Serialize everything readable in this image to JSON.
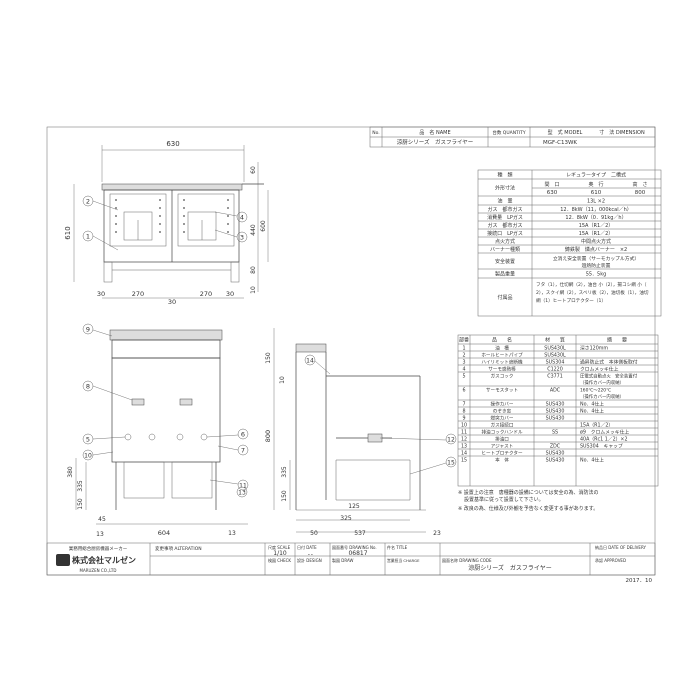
{
  "top_dims": {
    "overall": "630",
    "h1": "60",
    "h2": "440",
    "h3": "600",
    "h4": "610",
    "h5": "80",
    "h6": "10",
    "b30a": "30",
    "b270a": "270",
    "b30m": "30",
    "b270b": "270",
    "b30b": "30"
  },
  "front_labels": [
    "1",
    "2",
    "3",
    "4"
  ],
  "side_labels": [
    "9",
    "8",
    "5",
    "6",
    "7",
    "10",
    "11",
    "14",
    "12",
    "15",
    "13"
  ],
  "front_dims": {
    "h380": "380",
    "h335": "335",
    "h150": "150",
    "d45": "45",
    "d13a": "13",
    "d604": "604",
    "d13b": "13"
  },
  "side_dims": {
    "h150": "150",
    "h10": "10",
    "h800": "800",
    "h335": "335",
    "h150b": "150",
    "w125": "125",
    "w325": "325",
    "w50": "50",
    "w537": "537",
    "w23": "23"
  },
  "header": {
    "no": "No.",
    "name_h": "品　名 NAME",
    "qty_h": "台数 QUANTITY",
    "model_h": "型　式 MODEL",
    "dim_h": "寸　法 DIMENSION",
    "name": "涼厨シリーズ　ガスフライヤー",
    "model": "MGF-C13WK"
  },
  "spec": {
    "rows": [
      {
        "k": "種　類",
        "v": "レギュラータイプ　二槽式"
      },
      {
        "k": "外形寸法",
        "cols": [
          "間　口",
          "奥　行",
          "高　さ"
        ],
        "vals": [
          "630",
          "610",
          "800"
        ]
      },
      {
        "k": "油　量",
        "v": "13L ×2"
      },
      {
        "k": "ガス　都市ガス",
        "v": "12．8kW（11，000kcal／h）"
      },
      {
        "k": "消費量　LPガス",
        "v": "12．8kW（0．91kg／h）"
      },
      {
        "k": "ガス　都市ガス",
        "v": "15A（R1／2）"
      },
      {
        "k": "接続口　LPガス",
        "v": "15A（R1／2）"
      },
      {
        "k": "点火方式",
        "v": "中間点火方式"
      },
      {
        "k": "バーナー種類",
        "v": "鋳鉄製　燐点バーナー　×2"
      },
      {
        "k": "安全装置",
        "v": "立消え安全装置（サーモカップル方式）／過熱防止装置"
      },
      {
        "k": "製品重量",
        "v": "55．5kg"
      },
      {
        "k": "付属品",
        "v": "フタ（1），仕切網（2），油台 小（2），揚コシ網 小（2），スクイ網（2），スベリ板（2），油切板（1），油切網（1）ヒートプロテクター（1）"
      }
    ]
  },
  "parts": {
    "header": [
      "部番",
      "品　　名",
      "材　　質",
      "摘　　要"
    ],
    "rows": [
      [
        "1",
        "油　槽",
        "SUS430L",
        "深さ120mm"
      ],
      [
        "2",
        "ホールヒートパイプ",
        "SUS430L",
        ""
      ],
      [
        "3",
        "ハイリミット遮断機",
        "SUS304",
        "過昇防止式　本体側板取付"
      ],
      [
        "4",
        "サーモ感熱棒",
        "C1220",
        "クロムメッキ仕上"
      ],
      [
        "5",
        "ガスコック",
        "C3771",
        "圧電式自動点火　安全装置付（操作カバー内収納）"
      ],
      [
        "6",
        "サーモスタット",
        "ADC",
        "160℃〜220℃（操作カバー内収納）"
      ],
      [
        "7",
        "操作カバー",
        "SUS430",
        "No．4仕上"
      ],
      [
        "8",
        "のぞき窓",
        "SUS430",
        "No．4仕上"
      ],
      [
        "9",
        "燃突カバー",
        "SUS430",
        ""
      ],
      [
        "10",
        "ガス接続口",
        "",
        "15A（R1／2）"
      ],
      [
        "11",
        "排油コックハンドル",
        "SS",
        "ø9　クロムメッキ仕上"
      ],
      [
        "12",
        "排油口",
        "",
        "40A（Rc1 1／2）×2"
      ],
      [
        "13",
        "アジャスト",
        "ZDC",
        "SUS304　キャップ"
      ],
      [
        "14",
        "ヒートプロテクター",
        "SUS430",
        ""
      ],
      [
        "15",
        "本　体",
        "SUS430",
        "No．4仕上"
      ]
    ]
  },
  "notes": [
    "※ 設置上の注意　唐種器の設備については安全の為、消防法の",
    "設置基準に従って設置して下さい。",
    "※ 改良の為、仕様及び外観を予告なく変更する事があります。"
  ],
  "titleblock": {
    "company_top": "業務用総合厨房機器メーカー",
    "company": "株式会社マルゼン",
    "company_en": "MARUZEN CO.,LTD",
    "alteration": "変更事項 ALTERATION",
    "scale_h": "尺度 SCALE",
    "scale": "1/10",
    "date_h": "日付 DATE",
    "date": "．．",
    "drawing_h": "図面番号 DRAWING No.",
    "drawing": "06817",
    "title_h": "件名 TITLE",
    "delivery_h": "納品日 DATE OF DELIVERY",
    "check": "検図 CHECK",
    "design": "設計 DESIGN",
    "draw": "製図 DRAW",
    "charge": "営業担当 CHARGE",
    "code_h": "図面名称 DRAWING CODE",
    "code": "涼厨シリーズ　ガスフライヤー",
    "approved": "承認 APPROVED",
    "year": "2017．10"
  }
}
